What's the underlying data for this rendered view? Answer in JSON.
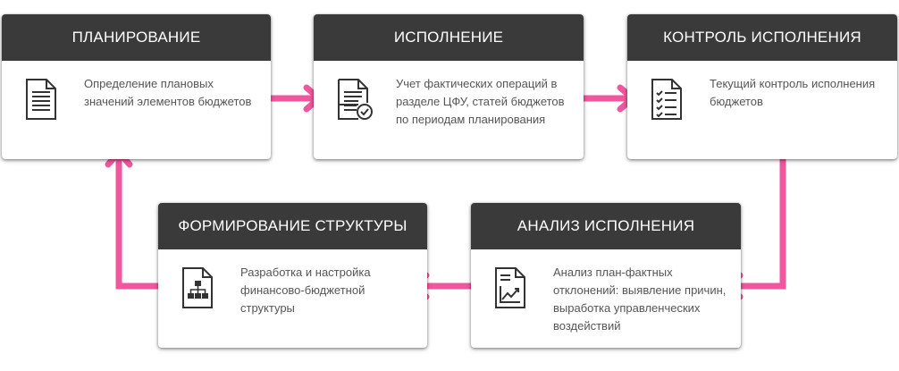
{
  "colors": {
    "arrow": "#f0579e",
    "header": "#3a3a3a",
    "text": "#555555"
  },
  "cards": {
    "planning": {
      "title": "ПЛАНИРОВАНИЕ",
      "text": "Определение плановых значений элементов бюджетов",
      "icon": "document-lines-icon"
    },
    "execution": {
      "title": "ИСПОЛНЕНИЕ",
      "text": "Учет фактических операций в разделе ЦФУ, статей бюджетов по периодам планирования",
      "icon": "document-check-icon"
    },
    "control": {
      "title": "КОНТРОЛЬ ИСПОЛНЕНИЯ",
      "text": "Текущий контроль исполнения бюджетов",
      "icon": "checklist-icon"
    },
    "structure": {
      "title": "ФОРМИРОВАНИЕ СТРУКТУРЫ",
      "text": "Разработка и настройка финансово-бюджетной структуры",
      "icon": "org-structure-icon"
    },
    "analysis": {
      "title": "АНАЛИЗ ИСПОЛНЕНИЯ",
      "text": "Анализ план-фактных отклонений: выявление причин, выработка управленческих воздействий",
      "icon": "chart-document-icon"
    }
  }
}
